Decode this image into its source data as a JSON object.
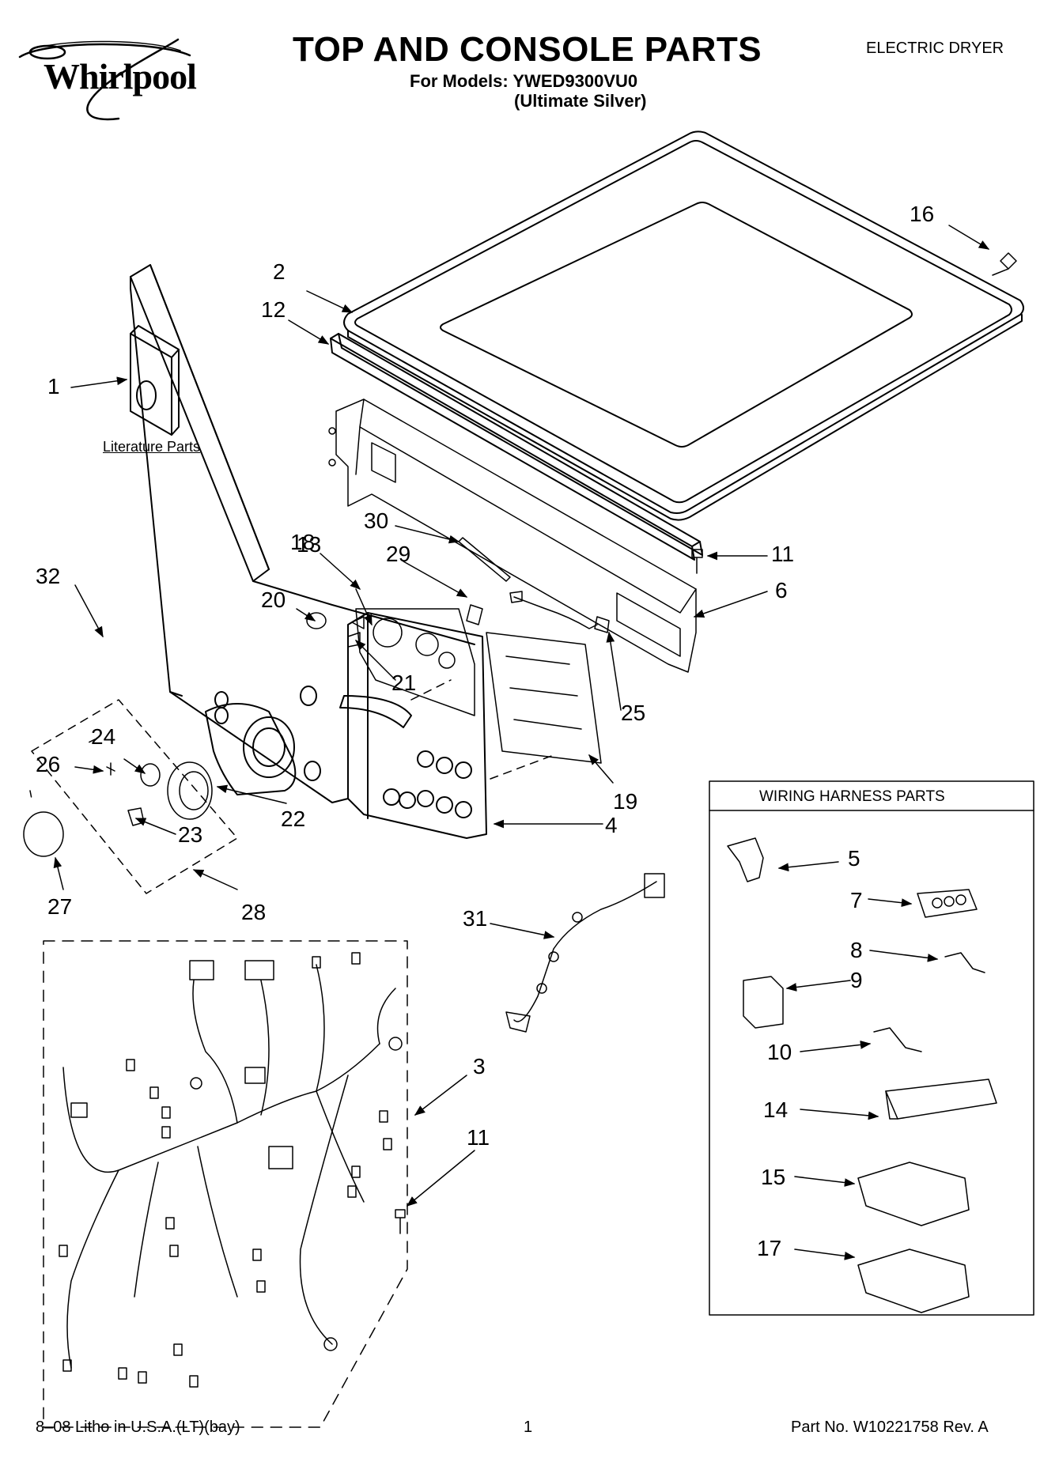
{
  "header": {
    "brand": "Whirlpool",
    "title": "TOP AND CONSOLE PARTS",
    "models_line": "For Models: YWED9300VU0",
    "color_line": "(Ultimate Silver)",
    "doc_type": "ELECTRIC DRYER"
  },
  "literature_label": "Literature Parts",
  "wiring_box_title": "WIRING HARNESS PARTS",
  "callouts": {
    "c1": "1",
    "c2": "2",
    "c3": "3",
    "c4": "4",
    "c5": "5",
    "c6": "6",
    "c7": "7",
    "c8": "8",
    "c9": "9",
    "c10": "10",
    "c11a": "11",
    "c11b": "11",
    "c12": "12",
    "c13": "13",
    "c14": "14",
    "c15": "15",
    "c16": "16",
    "c17": "17",
    "c18": "18",
    "c19": "19",
    "c20": "20",
    "c21": "21",
    "c22": "22",
    "c23": "23",
    "c24": "24",
    "c25": "25",
    "c26": "26",
    "c27": "27",
    "c28": "28",
    "c29": "29",
    "c30": "30",
    "c31": "31",
    "c32": "32"
  },
  "footer": {
    "litho": "8–08 Litho in U.S.A.(LT)(bay)",
    "page": "1",
    "part_no": "Part No. W10221758 Rev. A"
  }
}
